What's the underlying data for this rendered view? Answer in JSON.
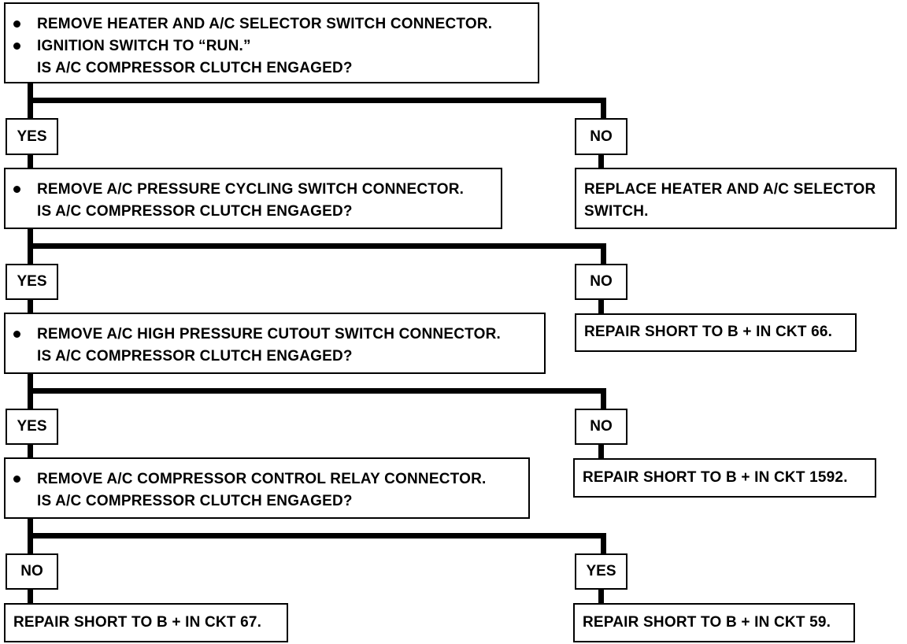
{
  "step1": {
    "bullets": [
      "REMOVE HEATER AND A/C SELECTOR SWITCH CONNECTOR.",
      "IGNITION SWITCH TO “RUN.”"
    ],
    "question": "IS A/C COMPRESSOR CLUTCH ENGAGED?"
  },
  "step1_yes": "YES",
  "step1_no": "NO",
  "step1_no_result": [
    "REPLACE HEATER AND A/C SELECTOR",
    "SWITCH."
  ],
  "step2": {
    "bullets": [
      "REMOVE A/C PRESSURE CYCLING SWITCH CONNECTOR."
    ],
    "question": "IS A/C COMPRESSOR CLUTCH ENGAGED?"
  },
  "step2_yes": "YES",
  "step2_no": "NO",
  "step2_no_result": "REPAIR SHORT TO B +  IN CKT 66.",
  "step3": {
    "bullets": [
      "REMOVE A/C HIGH PRESSURE CUTOUT SWITCH CONNECTOR."
    ],
    "question": "IS A/C COMPRESSOR CLUTCH ENGAGED?"
  },
  "step3_yes": "YES",
  "step3_no": "NO",
  "step3_no_result": "REPAIR SHORT TO B +  IN CKT 1592.",
  "step4": {
    "bullets": [
      "REMOVE A/C COMPRESSOR CONTROL RELAY CONNECTOR."
    ],
    "question": "IS A/C COMPRESSOR CLUTCH ENGAGED?"
  },
  "step4_no": "NO",
  "step4_yes": "YES",
  "step4_no_result": "REPAIR SHORT TO B +  IN CKT 67.",
  "step4_yes_result": "REPAIR SHORT TO B +  IN CKT 59."
}
